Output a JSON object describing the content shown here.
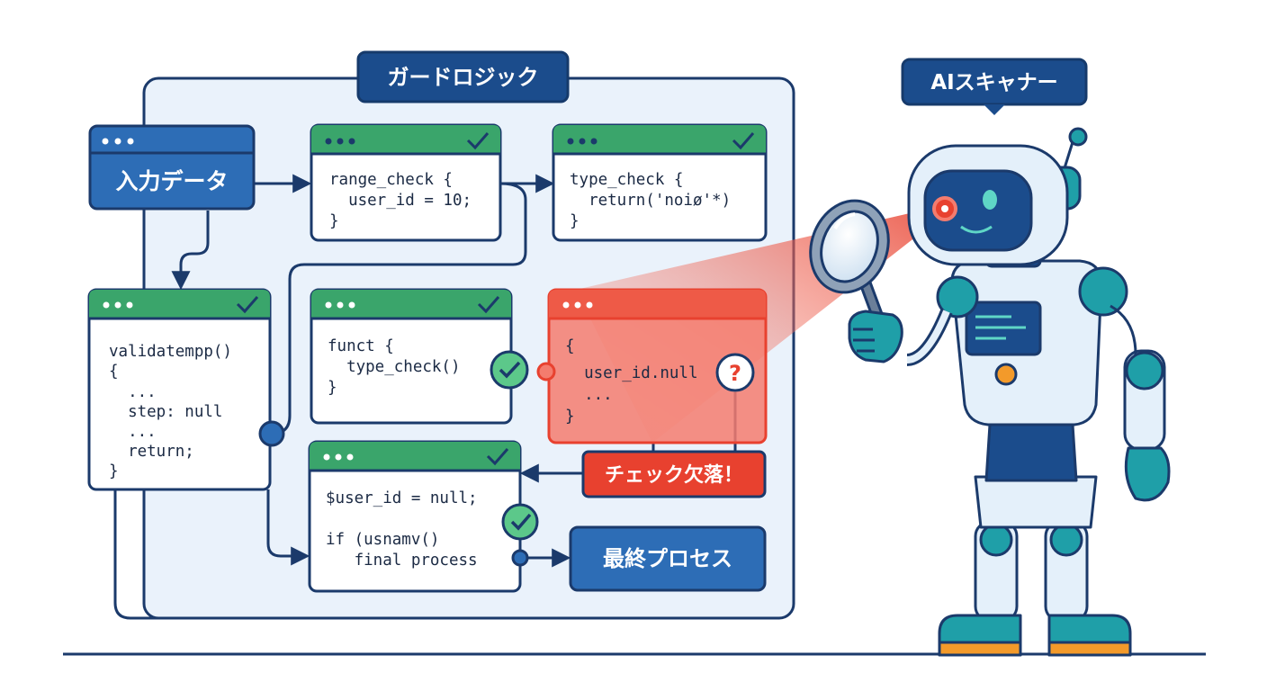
{
  "guard_logic": {
    "label": "ガードロジック"
  },
  "scanner": {
    "label": "AIスキャナー"
  },
  "input": {
    "label": "入力データ"
  },
  "range_check": {
    "lines": [
      "range_check {",
      "  user_id = 10;",
      "}"
    ]
  },
  "type_check": {
    "lines": [
      "type_check {",
      "  return('noiø'*)",
      "}"
    ]
  },
  "validate": {
    "lines": [
      "validatempp()",
      "{",
      "  ...",
      "  step: null",
      "  ...",
      "  return;",
      "}"
    ]
  },
  "funct": {
    "lines": [
      "funct {",
      "  type_check()",
      "}"
    ]
  },
  "null_block": {
    "lines": [
      "{",
      "  user_id.null",
      "  ...",
      "}"
    ]
  },
  "missing_check": {
    "label": "チェック欠落！"
  },
  "question": {
    "label": "?"
  },
  "userid_block": {
    "lines": [
      "$user_id = null;",
      "",
      "if (usnamv()",
      "   final process"
    ]
  },
  "final_process": {
    "label": "最終プロセス"
  },
  "colors": {
    "navy": "#1b3a6b",
    "blue": "#2b6cb4",
    "green": "#3aa56b",
    "red": "#e8412f",
    "teal": "#1f9fa8",
    "panel_bg": "#eaf2fb"
  }
}
